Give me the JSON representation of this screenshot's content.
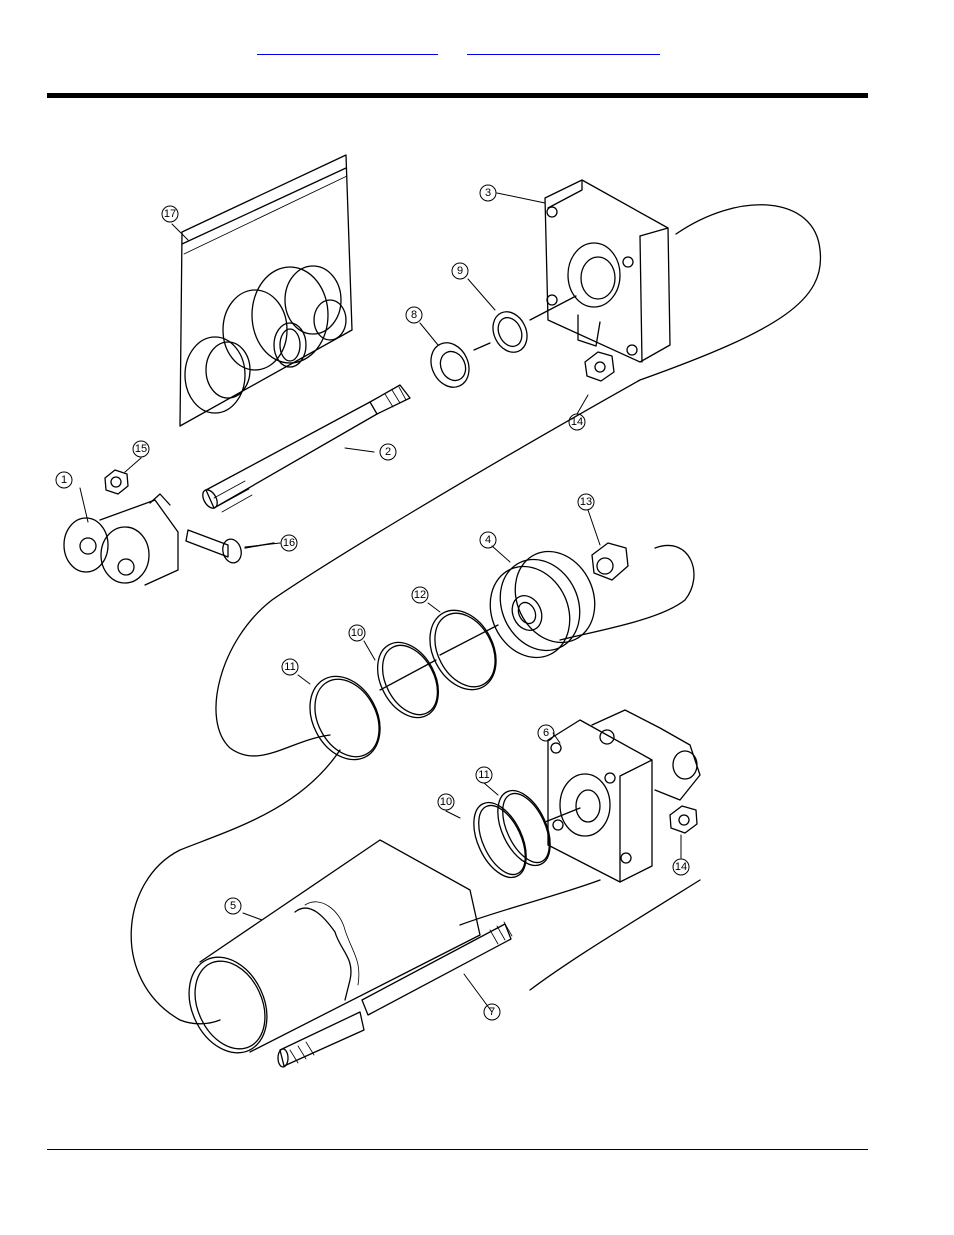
{
  "header": {
    "links": [
      {
        "text": ""
      },
      {
        "text": ""
      }
    ]
  },
  "callouts": [
    "1",
    "2",
    "3",
    "4",
    "5",
    "6",
    "7",
    "8",
    "9",
    "10",
    "10",
    "11",
    "11",
    "12",
    "13",
    "14",
    "14",
    "15",
    "16",
    "17"
  ]
}
